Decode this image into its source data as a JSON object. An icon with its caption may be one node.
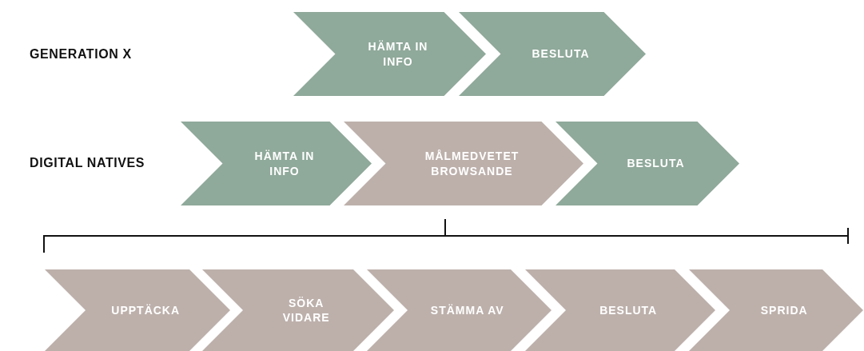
{
  "diagram": {
    "nodes": [
      {
        "text": [
          "HÄMTA IN INFO"
        ]
      },
      {
        "text": [
          "BESLUTA"
        ]
      },
      {
        "text": [
          "HÄMTA IN INFO"
        ]
      },
      {
        "text": [
          "MÅLMEDVETET BROWSANDE"
        ]
      },
      {
        "text": [
          "BESLUTA"
        ]
      },
      {
        "text": [
          "UPPTÄCKA"
        ]
      },
      {
        "text": [
          "SÖKA VIDARE"
        ]
      },
      {
        "text": [
          "STÄMMA AV"
        ]
      },
      {
        "text": [
          "BESLUTA"
        ]
      },
      {
        "text": [
          "SPRIDA"
        ]
      }
    ],
    "labels": [
      "GENERATION X",
      "DIGITAL NATIVES"
    ]
  }
}
